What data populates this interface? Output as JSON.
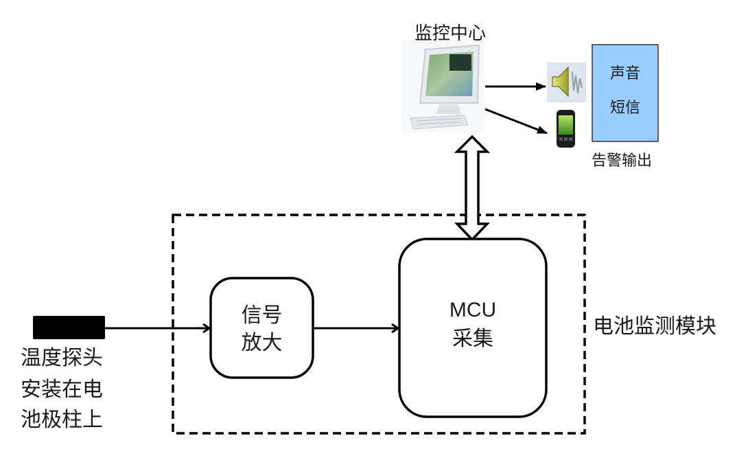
{
  "monitoring_center": {
    "label": "监控中心",
    "icon": "computer-monitor-icon"
  },
  "alarm": {
    "speaker_icon": "speaker-sound-icon",
    "phone_icon": "mobile-phone-icon",
    "box_lines": [
      "声音",
      "短信"
    ],
    "box_color": "#99ccff",
    "caption": "告警输出"
  },
  "module": {
    "label": "电池监测模块",
    "amplifier": {
      "lines": [
        "信号",
        "放大"
      ]
    },
    "mcu": {
      "lines": [
        "MCU",
        "采集"
      ]
    }
  },
  "probe": {
    "lines": [
      "温度探头",
      "安装在电",
      "池极柱上"
    ]
  }
}
